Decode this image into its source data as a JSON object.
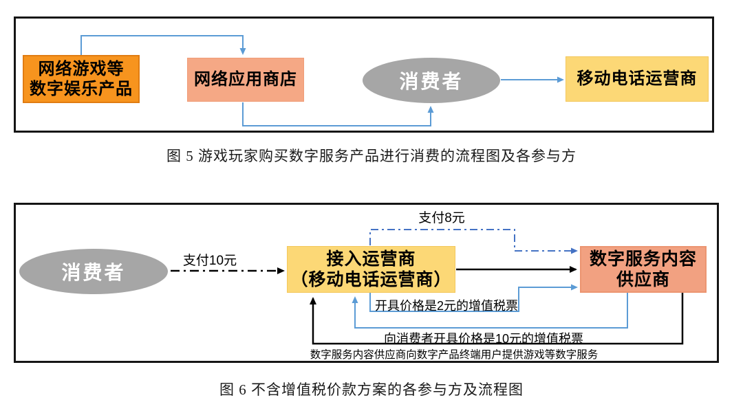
{
  "figure5": {
    "caption": "图 5 游戏玩家购买数字服务产品进行消费的流程图及各参与方",
    "nodes": {
      "digital_products": {
        "line1": "网络游戏等",
        "line2": "数字娱乐产品"
      },
      "app_store": {
        "label": "网络应用商店"
      },
      "consumer": {
        "label": "消费者"
      },
      "mobile_operator": {
        "label": "移动电话运营商"
      }
    }
  },
  "figure6": {
    "caption": "图 6 不含增值税价款方案的各参与方及流程图",
    "nodes": {
      "consumer": {
        "label": "消费者"
      },
      "access_operator": {
        "line1": "接入运营商",
        "line2": "（移动电话运营商）"
      },
      "content_supplier": {
        "line1": "数字服务内容",
        "line2": "供应商"
      }
    },
    "edge_labels": {
      "pay_10": "支付10元",
      "pay_8": "支付8元",
      "invoice_2": "开具价格是2元的增值税票",
      "invoice_10": "向消费者开具价格是10元的增值税票",
      "provide_service": "数字服务内容供应商向数字产品终端用户提供游戏等数字服务"
    }
  },
  "colors": {
    "connector_blue": "#5B9BD5",
    "dashdot_blue": "#4472C4",
    "connector_black": "#000000",
    "orange_box": "#F7941E",
    "salmon_box": "#F5A885",
    "supplier_box": "#F2A181",
    "yellow_box": "#FCD876",
    "gray_ellipse": "#A6A6A6"
  }
}
